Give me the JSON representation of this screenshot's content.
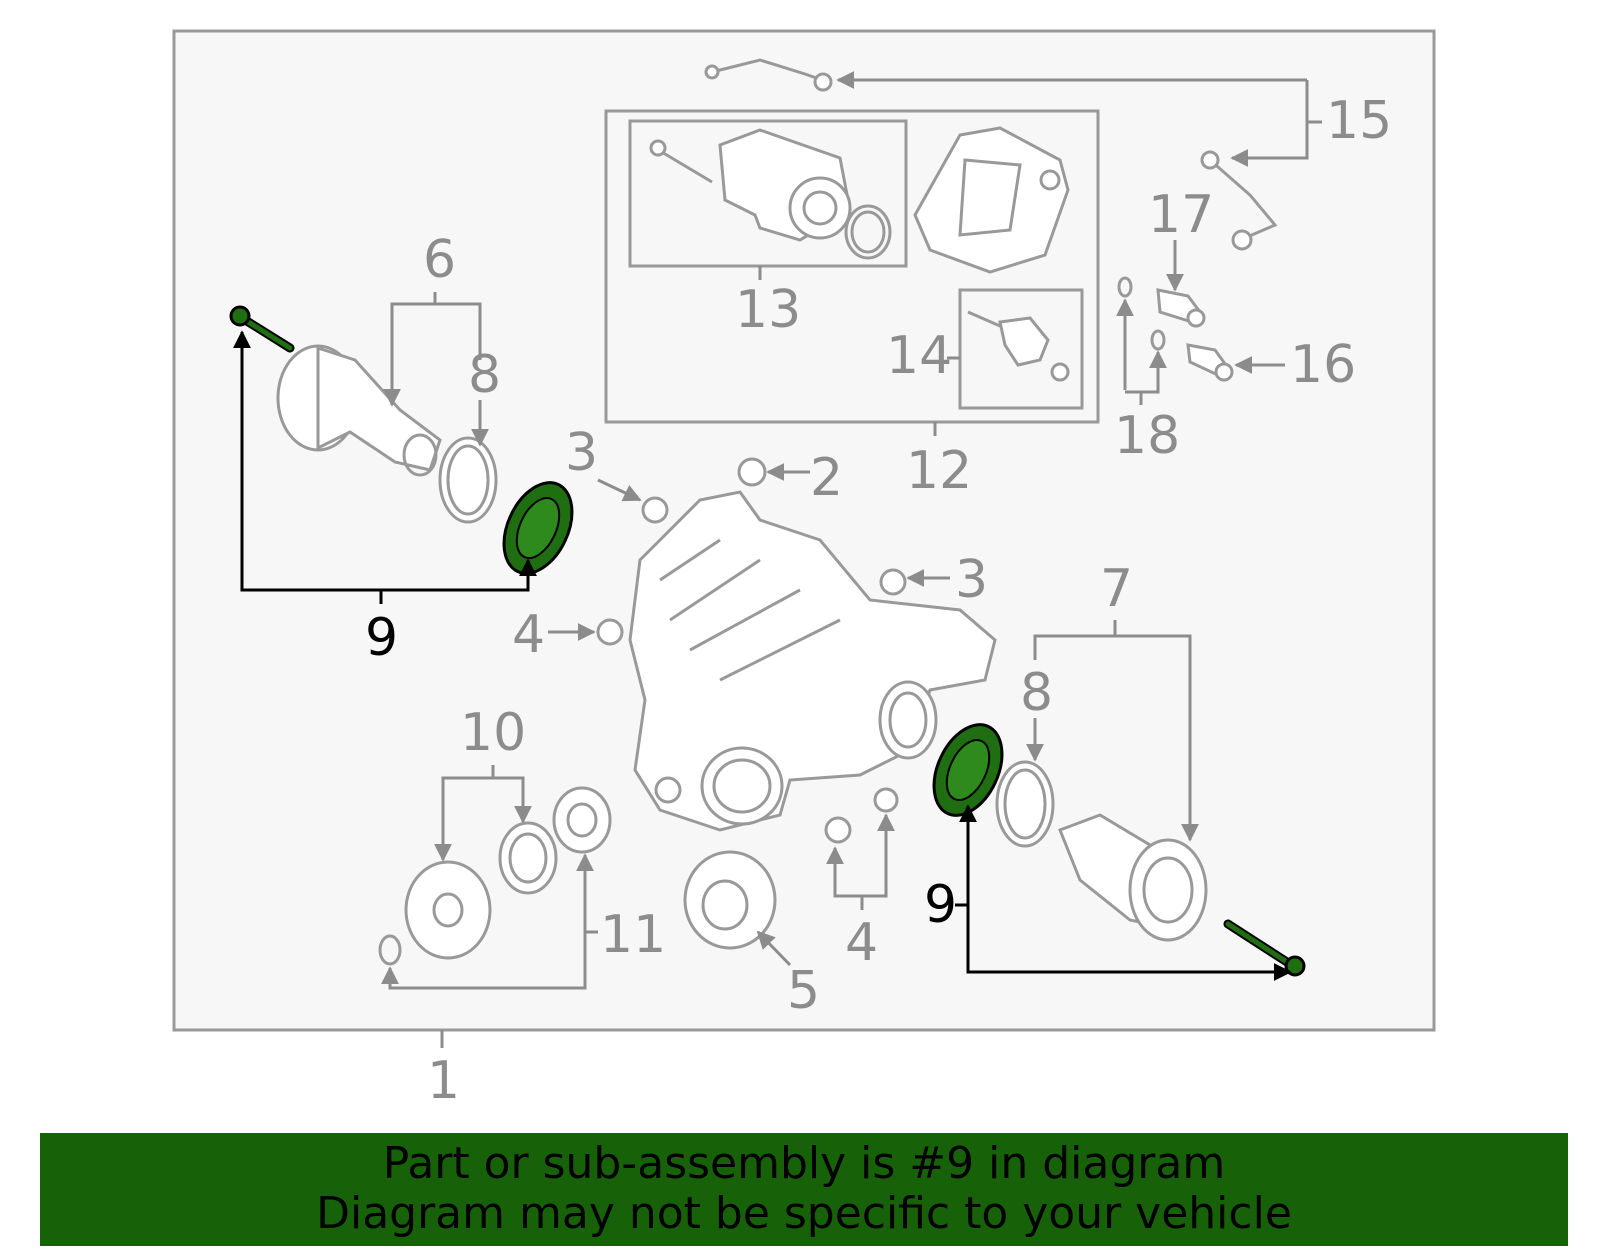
{
  "callouts": {
    "n1": "1",
    "n2": "2",
    "n3a": "3",
    "n3b": "3",
    "n4a": "4",
    "n4b": "4",
    "n5": "5",
    "n6": "6",
    "n7": "7",
    "n8a": "8",
    "n8b": "8",
    "n9a": "9",
    "n9b": "9",
    "n10": "10",
    "n11": "11",
    "n12": "12",
    "n13": "13",
    "n14": "14",
    "n15": "15",
    "n16": "16",
    "n17": "17",
    "n18": "18"
  },
  "highlighted_part": "9",
  "colors": {
    "highlight": "#1f6f12",
    "banner": "#176208",
    "line": "#999999",
    "label": "#8c8c8c"
  },
  "banner": {
    "line1": "Part or sub-assembly is #9 in diagram",
    "line2": "Diagram may not be specific to your vehicle"
  }
}
